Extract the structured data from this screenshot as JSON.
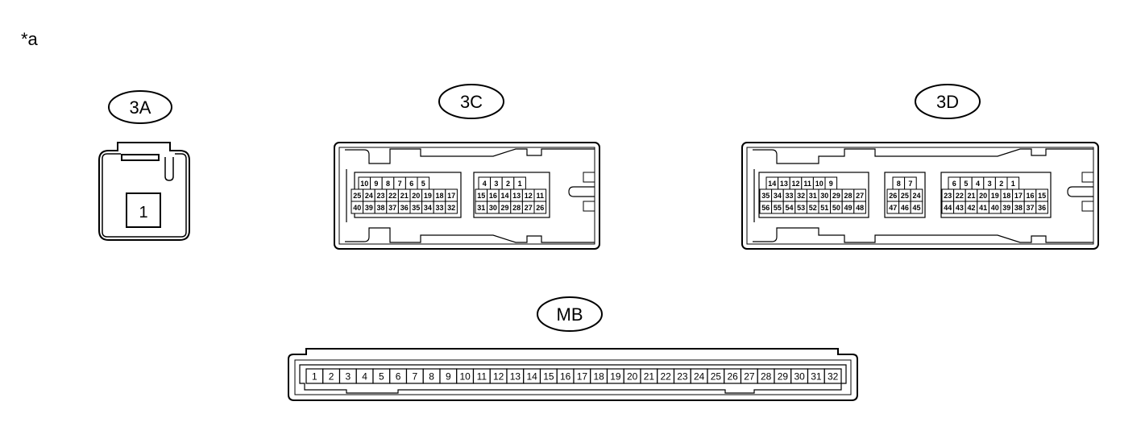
{
  "note": "*a",
  "connectors": {
    "c3A": {
      "label": "3A",
      "pins": [
        "1"
      ]
    },
    "c3C": {
      "label": "3C",
      "left_rows": [
        [
          "10",
          "9",
          "8",
          "7",
          "6",
          "5"
        ],
        [
          "25",
          "24",
          "23",
          "22",
          "21",
          "20",
          "19",
          "18",
          "17"
        ],
        [
          "40",
          "39",
          "38",
          "37",
          "36",
          "35",
          "34",
          "33",
          "32"
        ]
      ],
      "right_rows": [
        [
          "4",
          "3",
          "2",
          "1"
        ],
        [
          "15",
          "16",
          "14",
          "13",
          "12",
          "11"
        ],
        [
          "31",
          "30",
          "29",
          "28",
          "27",
          "26"
        ]
      ]
    },
    "c3D": {
      "label": "3D",
      "left_rows": [
        [
          "14",
          "13",
          "12",
          "11",
          "10",
          "9"
        ],
        [
          "35",
          "34",
          "33",
          "32",
          "31",
          "30",
          "29",
          "28",
          "27"
        ],
        [
          "56",
          "55",
          "54",
          "53",
          "52",
          "51",
          "50",
          "49",
          "48"
        ]
      ],
      "mid_rows": [
        [
          "8",
          "7"
        ],
        [
          "26",
          "25",
          "24"
        ],
        [
          "47",
          "46",
          "45"
        ]
      ],
      "right_rows": [
        [
          "6",
          "5",
          "4",
          "3",
          "2",
          "1"
        ],
        [
          "23",
          "22",
          "21",
          "20",
          "19",
          "18",
          "17",
          "16",
          "15"
        ],
        [
          "44",
          "43",
          "42",
          "41",
          "40",
          "39",
          "38",
          "37",
          "36"
        ]
      ]
    },
    "cMB": {
      "label": "MB",
      "pins": [
        "1",
        "2",
        "3",
        "4",
        "5",
        "6",
        "7",
        "8",
        "9",
        "10",
        "11",
        "12",
        "13",
        "14",
        "15",
        "16",
        "17",
        "18",
        "19",
        "20",
        "21",
        "22",
        "23",
        "24",
        "25",
        "26",
        "27",
        "28",
        "29",
        "30",
        "31",
        "32"
      ]
    }
  }
}
